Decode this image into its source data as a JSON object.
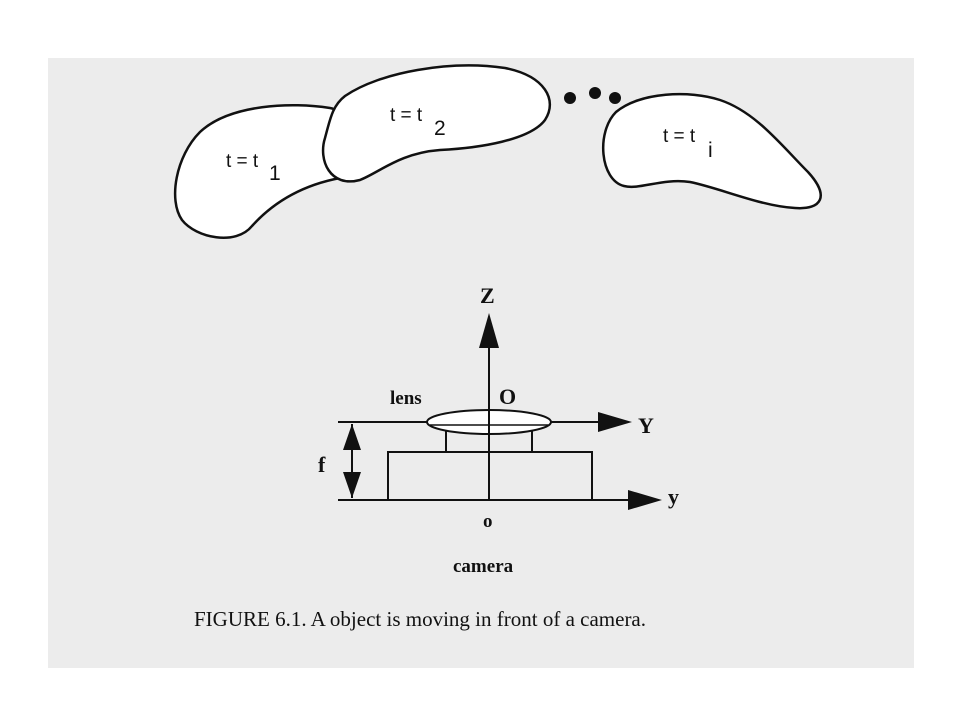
{
  "blobs": [
    {
      "label": "t = t",
      "subscript": "1"
    },
    {
      "label": "t = t",
      "subscript": "2"
    },
    {
      "label": "t = t",
      "subscript": "i"
    }
  ],
  "axes": {
    "Z": "Z",
    "O": "O",
    "Y": "Y",
    "y": "y",
    "o": "o",
    "f": "f"
  },
  "labels": {
    "lens": "lens",
    "camera": "camera"
  },
  "caption": "FIGURE 6.1. A object is moving in front of a camera."
}
